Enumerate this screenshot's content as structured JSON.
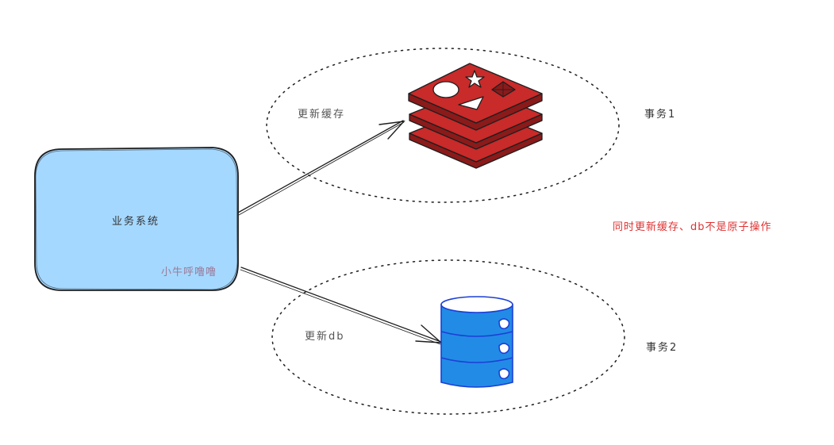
{
  "diagram": {
    "business_system": {
      "label": "业务系统",
      "watermark": "小牛呼噜噜",
      "fill": "#a5d8ff",
      "stroke": "#1e1e1e"
    },
    "transaction1": {
      "label": "事务1",
      "arrow_label": "更新缓存",
      "node": "redis-cache",
      "icon_color": "#c92a2a"
    },
    "transaction2": {
      "label": "事务2",
      "arrow_label": "更新db",
      "node": "database",
      "icon_color": "#228be6"
    },
    "note": {
      "text": "同时更新缓存、db不是原子操作",
      "color": "#e03131"
    }
  }
}
